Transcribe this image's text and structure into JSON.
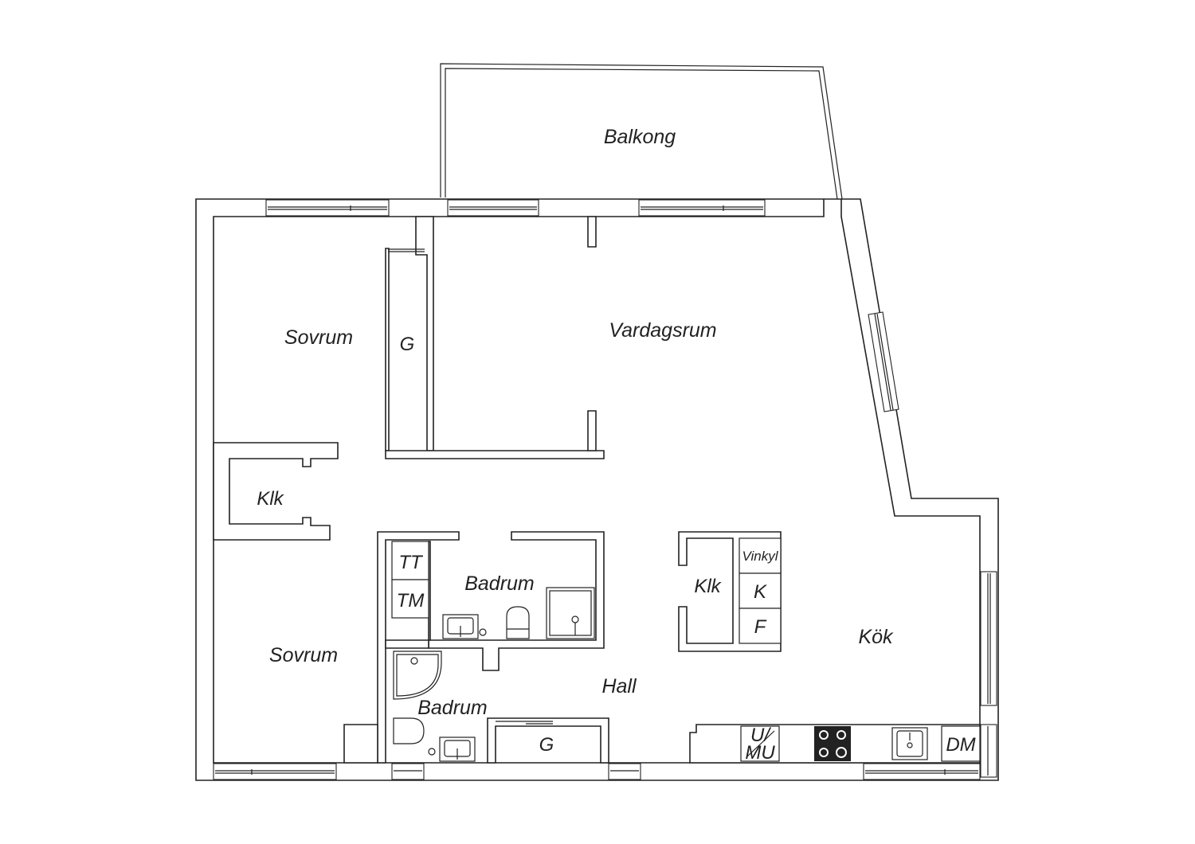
{
  "floorplan": {
    "rooms": {
      "balkong": "Balkong",
      "vardagsrum": "Vardagsrum",
      "sovrum_1": "Sovrum",
      "sovrum_2": "Sovrum",
      "garderob_1": "G",
      "garderob_2": "G",
      "klk_1": "Klk",
      "klk_2": "Klk",
      "badrum_1": "Badrum",
      "badrum_2": "Badrum",
      "hall": "Hall",
      "kok": "Kök"
    },
    "fixtures": {
      "tt": "TT",
      "tm": "TM",
      "vinkyl": "Vinkyl",
      "k": "K",
      "f": "F",
      "u": "U/",
      "mu": "MU",
      "dm": "DM"
    },
    "colors": {
      "line": "#222222",
      "background": "#ffffff",
      "stove": "#222222"
    }
  }
}
